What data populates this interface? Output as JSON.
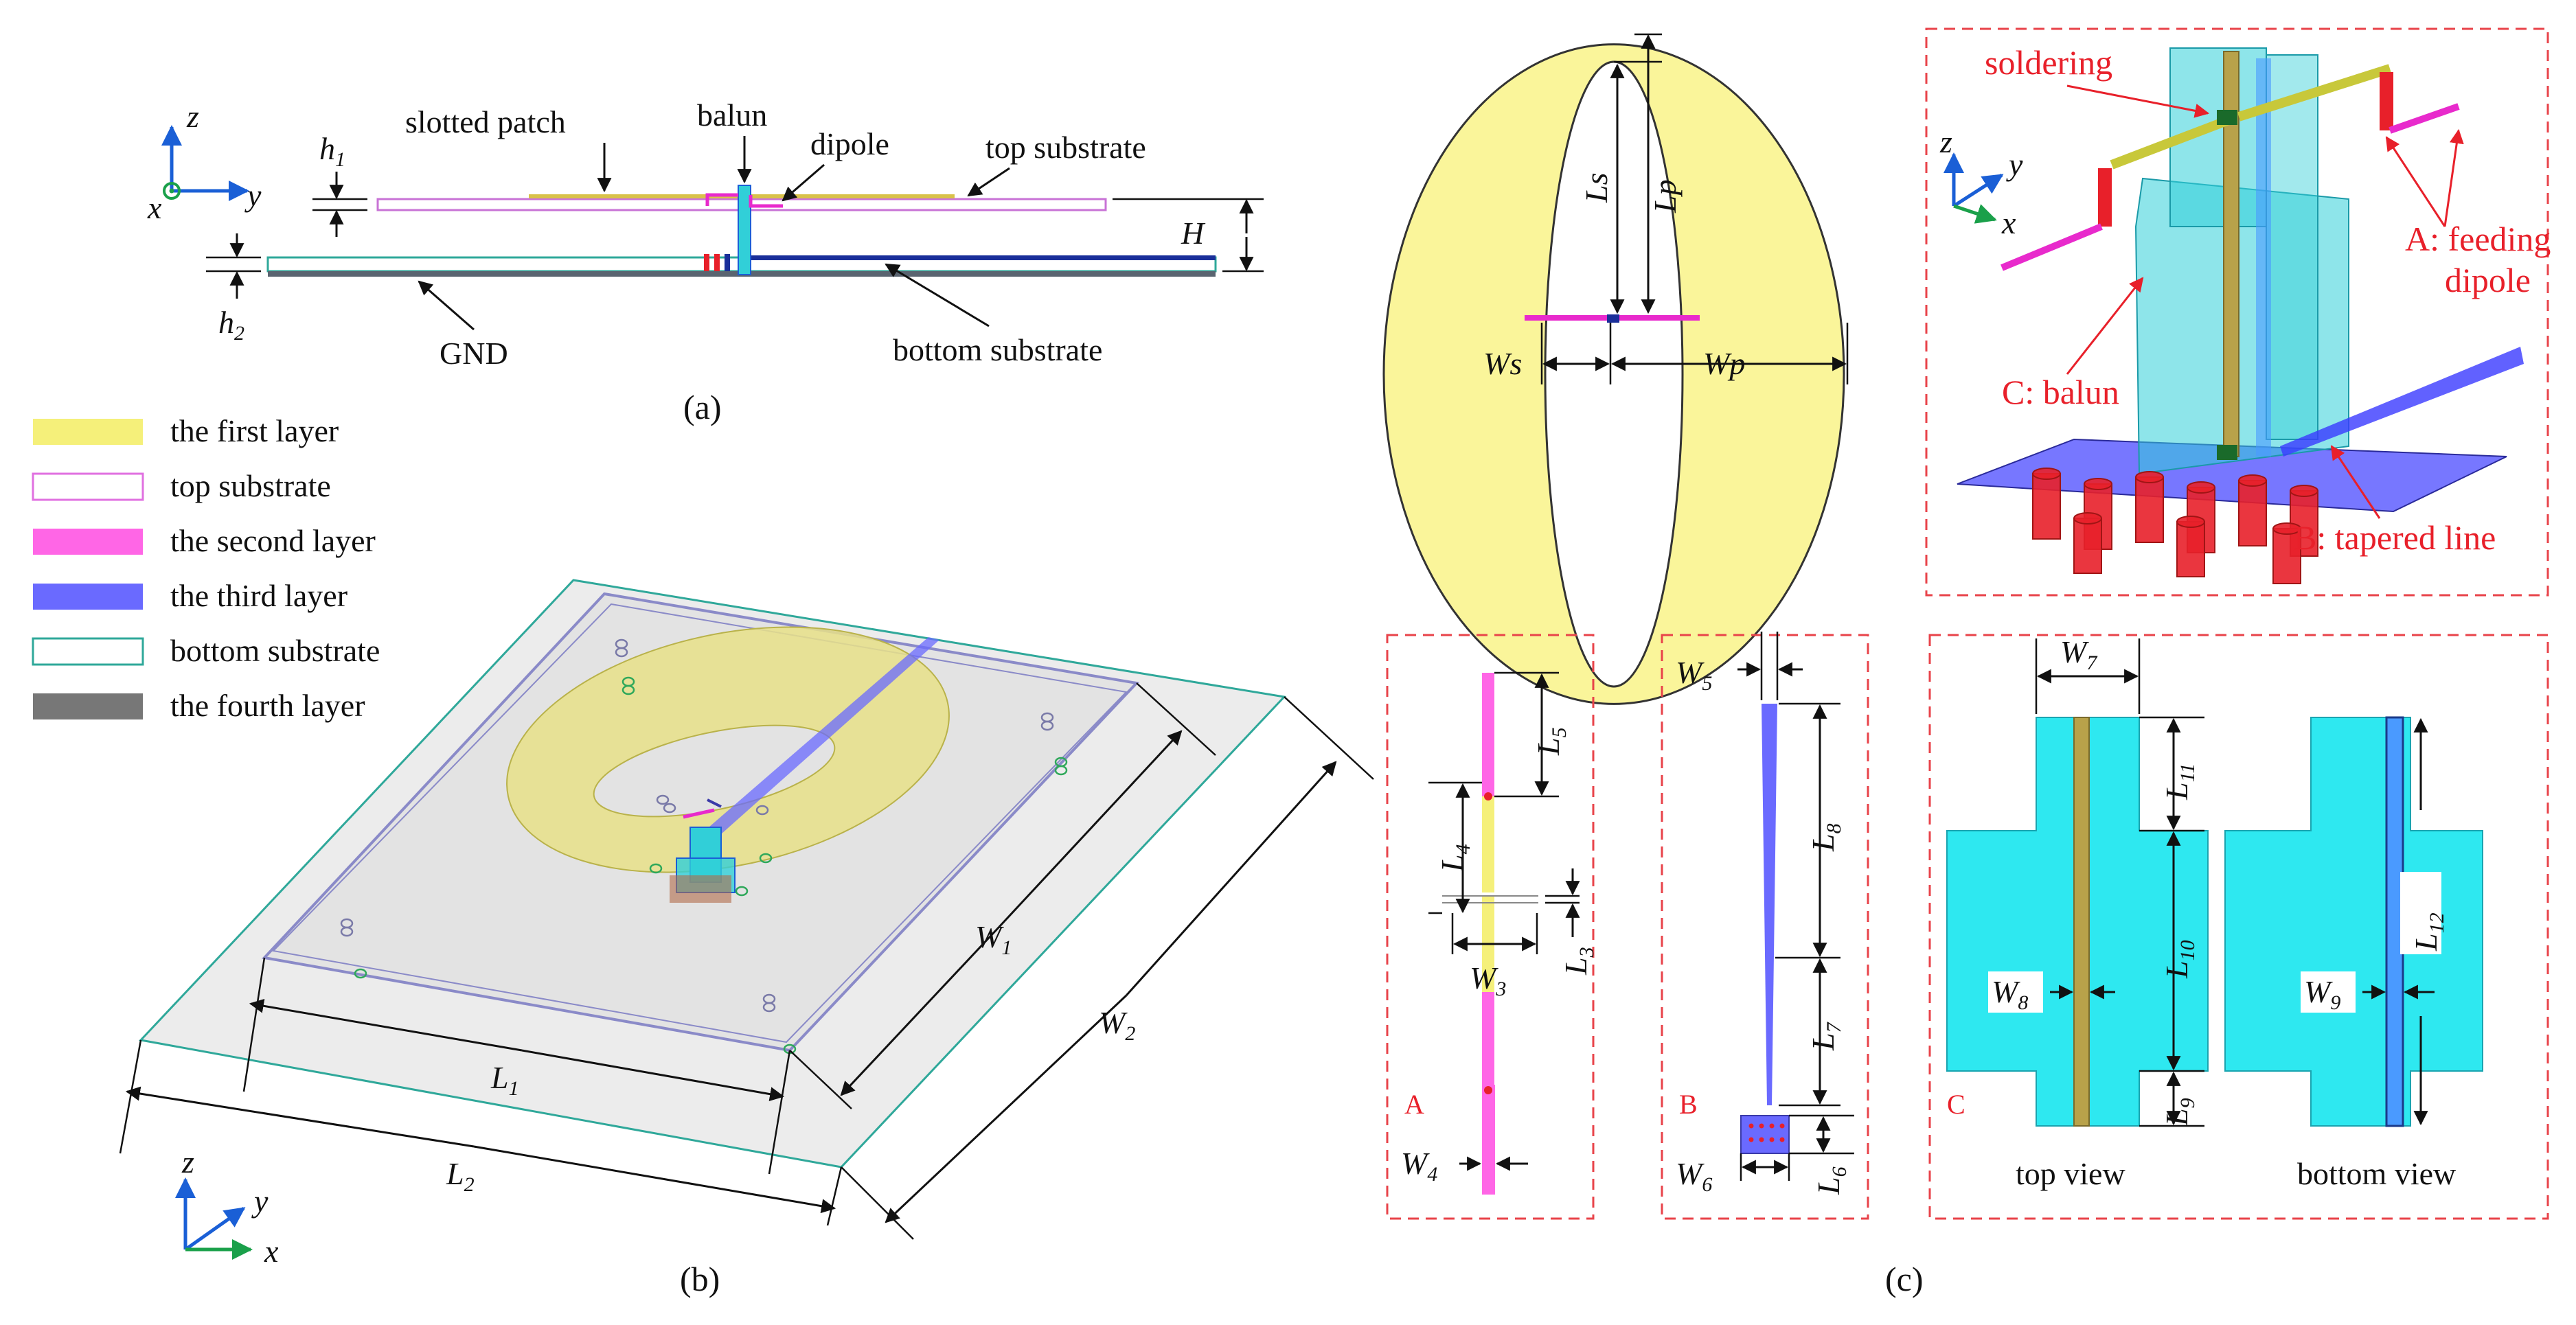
{
  "panel_a": {
    "caption": "(a)",
    "axis_z": "z",
    "axis_x": "x",
    "axis_y": "y",
    "slotted_patch": "slotted patch",
    "balun": "balun",
    "dipole": "dipole",
    "top_substrate": "top substrate",
    "bottom_substrate": "bottom substrate",
    "gnd": "GND",
    "h1": "h",
    "h1_sub": "1",
    "h2": "h",
    "h2_sub": "2",
    "H": "H"
  },
  "legend": {
    "items": [
      {
        "label": "the first layer",
        "color": "#f5f07a",
        "style": "fill"
      },
      {
        "label": "top substrate",
        "color": "#e070e0",
        "style": "outline"
      },
      {
        "label": "the second layer",
        "color": "#ff66e6",
        "style": "fill"
      },
      {
        "label": "the third layer",
        "color": "#6a6aff",
        "style": "fill"
      },
      {
        "label": "bottom substrate",
        "color": "#2fa89a",
        "style": "outline"
      },
      {
        "label": "the fourth layer",
        "color": "#888888",
        "style": "fill"
      }
    ]
  },
  "panel_b": {
    "caption": "(b)",
    "W1": "W",
    "W1_sub": "1",
    "W2": "W",
    "W2_sub": "2",
    "L1": "L",
    "L1_sub": "1",
    "L2": "L",
    "L2_sub": "2",
    "axis_z": "z",
    "axis_y": "y",
    "axis_x": "x"
  },
  "panel_c": {
    "caption": "(c)",
    "patch": {
      "Ls": "Ls",
      "Lp": "Lp",
      "Ws": "Ws",
      "Wp": "Wp"
    },
    "detail3d": {
      "soldering": "soldering",
      "feeding_1": "A: feeding",
      "feeding_2": "dipole",
      "balun": "C: balun",
      "tapered": "B: tapered line",
      "axis_z": "z",
      "axis_y": "y",
      "axis_x": "x"
    },
    "A": {
      "tag": "A",
      "L5": "L",
      "L5_sub": "5",
      "L4": "L",
      "L4_sub": "4",
      "W3": "W",
      "W3_sub": "3",
      "L3": "L",
      "L3_sub": "3",
      "W4": "W",
      "W4_sub": "4"
    },
    "B": {
      "tag": "B",
      "W5": "W",
      "W5_sub": "5",
      "L8": "L",
      "L8_sub": "8",
      "L7": "L",
      "L7_sub": "7",
      "W6": "W",
      "W6_sub": "6",
      "L6": "L",
      "L6_sub": "6"
    },
    "C": {
      "tag": "C",
      "W7": "W",
      "W7_sub": "7",
      "L11": "L",
      "L11_sub": "11",
      "L10": "L",
      "L10_sub": "10",
      "W8": "W",
      "W8_sub": "8",
      "L9": "L",
      "L9_sub": "9",
      "L12": "L",
      "L12_sub": "12",
      "W9": "W",
      "W9_sub": "9",
      "top_view": "top view",
      "bottom_view": "bottom view"
    }
  }
}
